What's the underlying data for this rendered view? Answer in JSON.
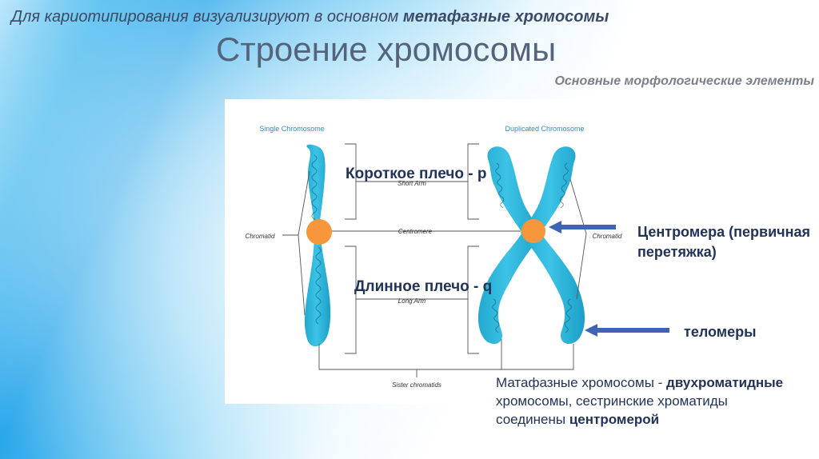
{
  "header": {
    "intro_plain": "Для кариотипирования визуализируют в основном ",
    "intro_bold": "метафазные хромосомы",
    "title": "Строение хромосомы",
    "subtitle": "Основные морфологические элементы"
  },
  "figure": {
    "single_label": "Single Chromosome",
    "duplicated_label": "Duplicated Chromosome",
    "short_arm": "Short Arm",
    "long_arm": "Long Arm",
    "centromere": "Centromere",
    "chromatid_left": "Chromatid",
    "chromatid_right": "Chromatid",
    "sister_chromatids": "Sister chromatids"
  },
  "overlays": {
    "short_arm_ru": "Короткое плечо - р",
    "long_arm_ru": "Длинное плечо - q"
  },
  "notes": {
    "centromere_line1": "Центромера (первичная",
    "centromere_line2": "перетяжка)",
    "telomeres": "теломеры",
    "bottom_l1_plain": "Матафазные хромосомы - ",
    "bottom_l1_bold": "двухроматидные",
    "bottom_l2": "хромосомы, сестринские хроматиды",
    "bottom_l3_plain": "соединены ",
    "bottom_l3_bold": "центромерой"
  },
  "colors": {
    "chromosome": "#27b3d8",
    "chromosome_dark": "#1591b6",
    "centromere": "#f7963b",
    "arrow": "#3f63b5",
    "text_dark": "#22335a"
  }
}
